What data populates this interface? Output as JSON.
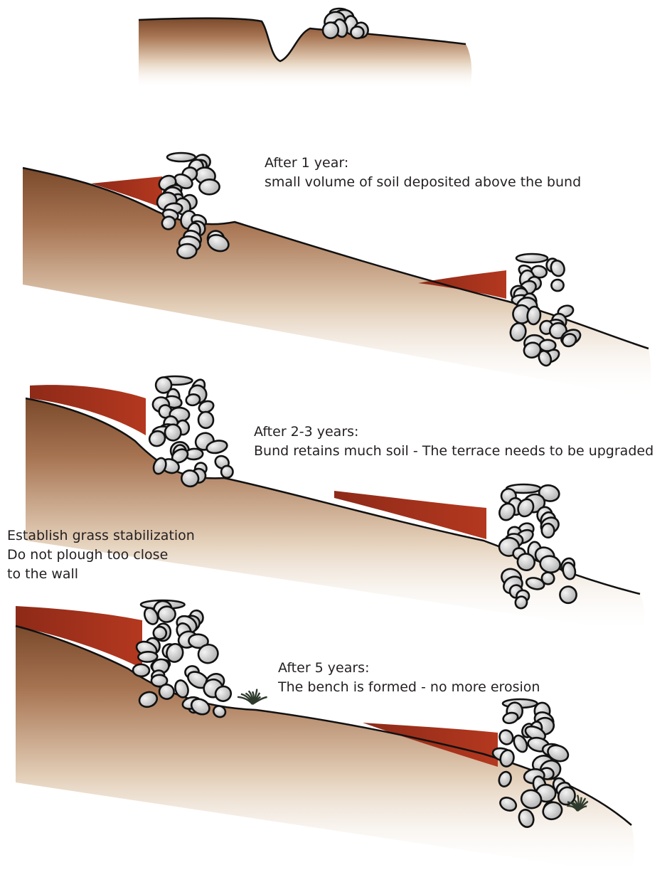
{
  "captions": {
    "after_1_year": {
      "title": "After 1 year:",
      "text": "small volume of soil deposited above the bund"
    },
    "after_2_3_years": {
      "title": "After 2-3 years:",
      "text": "Bund retains much soil - The terrace needs to be upgraded"
    },
    "grass_note": {
      "line1": "Establish grass stabilization",
      "line2": "Do not plough too close",
      "line3": "to the wall"
    },
    "after_5_years": {
      "title": "After 5 years:",
      "text": "The bench is formed - no more erosion"
    }
  },
  "colors": {
    "soil": "#8a5a3a",
    "soil_light": "#c9a27e",
    "deposit": "#a5311e",
    "stone": "#c9c9c9",
    "outline": "#111111",
    "grass": "#2e3b2c"
  }
}
